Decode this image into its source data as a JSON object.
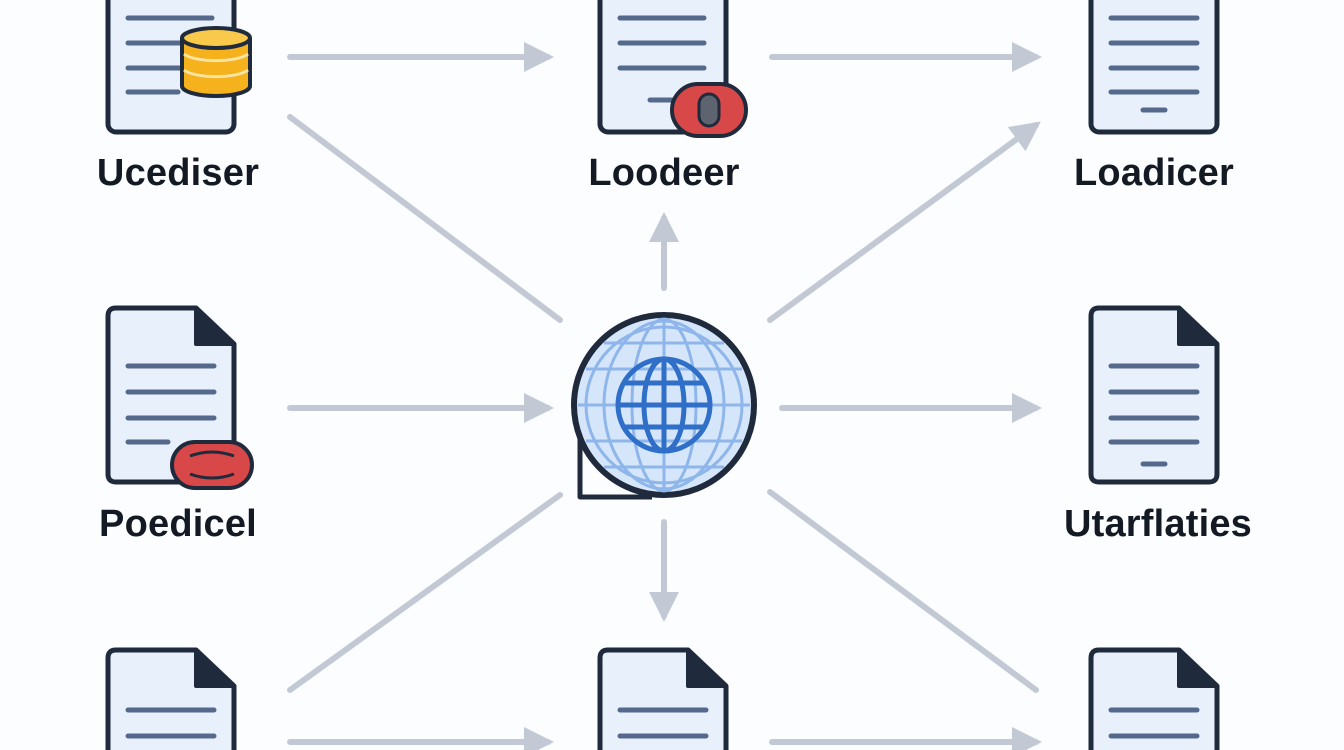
{
  "colors": {
    "background": "#fcfdfe",
    "arrow": "#c3c9d4",
    "doc_fill": "#e8f0fb",
    "doc_stroke": "#1f2a3c",
    "doc_lines": "#55698c",
    "globe_fill": "#d6e6fa",
    "globe_stroke": "#2f6fc8",
    "database": "#f5b21c",
    "badge": "#d94848",
    "label": "#141a23"
  },
  "labels": {
    "top_left": "Ucediser",
    "top_center": "Loodeer",
    "top_right": "Loadicer",
    "mid_left": "Poedicel",
    "mid_right": "Utarflaties"
  },
  "nodes": [
    {
      "id": "doc-top-left",
      "icon": "document-icon",
      "badge": "database-icon"
    },
    {
      "id": "doc-top-center",
      "icon": "document-icon",
      "badge": "red-badge-icon"
    },
    {
      "id": "doc-top-right",
      "icon": "tablet-document-icon"
    },
    {
      "id": "doc-mid-left",
      "icon": "document-icon",
      "badge": "red-badge-icon"
    },
    {
      "id": "hub",
      "icon": "globe-icon"
    },
    {
      "id": "doc-mid-right",
      "icon": "tablet-document-icon"
    },
    {
      "id": "doc-bottom-left",
      "icon": "document-icon"
    },
    {
      "id": "doc-bottom-center",
      "icon": "document-icon"
    },
    {
      "id": "doc-bottom-right",
      "icon": "document-icon"
    }
  ]
}
